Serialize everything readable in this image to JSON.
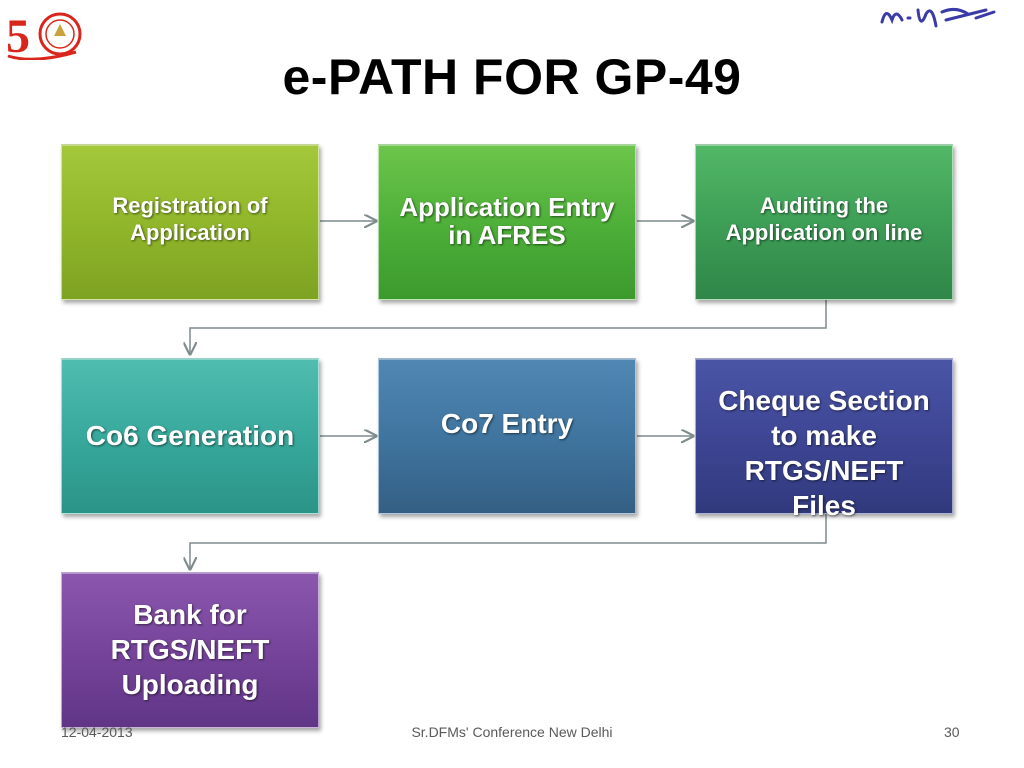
{
  "slide": {
    "title": "e-PATH FOR GP-49",
    "logo_badge_text": "5",
    "signature": "M. Y."
  },
  "flow_steps": [
    {
      "id": "registration",
      "label": "Registration of Application",
      "color": "#8fb52a"
    },
    {
      "id": "application-entry",
      "label": "Application Entry in AFRES",
      "color": "#4cae38"
    },
    {
      "id": "auditing",
      "label": "Auditing  the Application on line",
      "color": "#3c9c55"
    },
    {
      "id": "co6",
      "label": "Co6 Generation",
      "color": "#37a79b"
    },
    {
      "id": "co7",
      "label": "Co7 Entry",
      "color": "#3e739d"
    },
    {
      "id": "cheque-section",
      "label": "Cheque Section to make RTGS/NEFT Files",
      "color": "#3d4593"
    },
    {
      "id": "bank",
      "label": "Bank for RTGS/NEFT Uploading",
      "color": "#744399"
    }
  ],
  "footer": {
    "date": "12-04-2013",
    "event": "Sr.DFMs' Conference New Delhi",
    "page_number": "30"
  },
  "colors": {
    "connector": "#7f8c8d",
    "title": "#000000"
  }
}
